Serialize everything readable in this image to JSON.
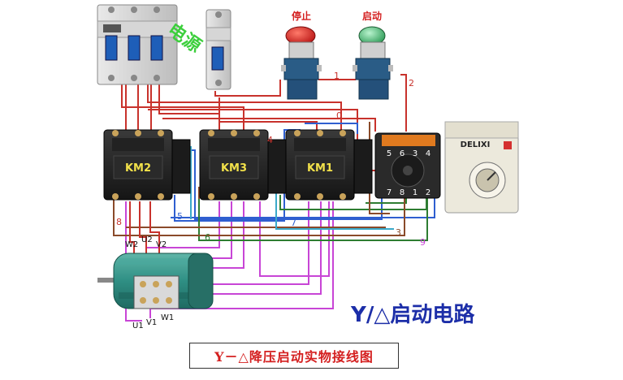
{
  "title": "Y/△启动电路",
  "caption": "Y－△降压启动实物接线图",
  "buttons": {
    "stop": "停止",
    "start": "启动"
  },
  "contactors": [
    "KM2",
    "KM3",
    "KM1"
  ],
  "timer_brand": "DELIXI",
  "breaker_overlay": "电源",
  "wire_numbers": [
    "0",
    "1",
    "2",
    "3",
    "4",
    "5",
    "6",
    "7",
    "8",
    "9"
  ],
  "motor_terminals": {
    "top": [
      "W2",
      "U2",
      "V2"
    ],
    "bottom": [
      "U1",
      "V1",
      "W1"
    ]
  },
  "relay_pins": {
    "top": [
      "5",
      "6",
      "3",
      "4"
    ],
    "bottom": [
      "7",
      "8",
      "1",
      "2"
    ]
  },
  "colors": {
    "title": "#1c2ea8",
    "caption": "#d41f1f",
    "wire_red": "#c8322c",
    "wire_violet": "#c845d6",
    "wire_blue": "#2f5fd0",
    "wire_green": "#2e7d32",
    "wire_brown": "#8a4a2a",
    "wire_cyan": "#3aa9c9"
  }
}
